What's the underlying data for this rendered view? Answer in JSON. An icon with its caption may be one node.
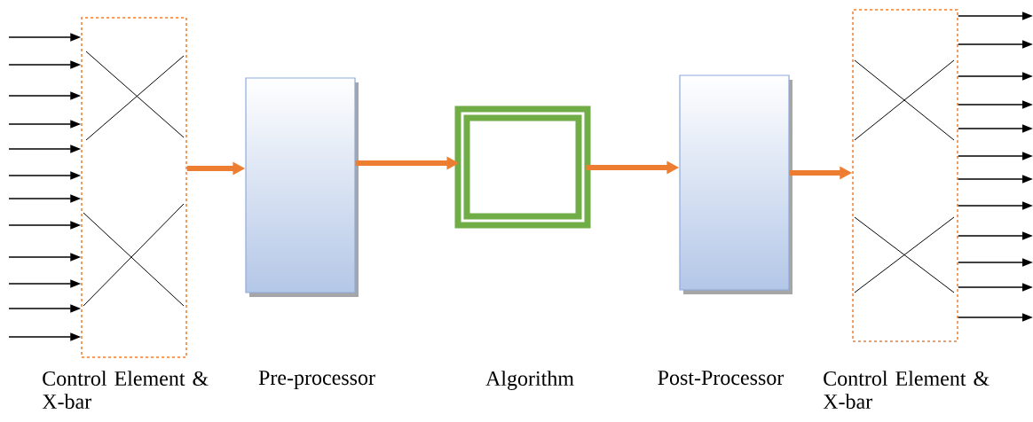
{
  "diagram": {
    "nodes": [
      {
        "text": [],
        "shape": "box"
      },
      {
        "text": [],
        "shape": "box"
      },
      {
        "text": [],
        "shape": "box"
      },
      {
        "text": [],
        "shape": "box"
      },
      {
        "text": [],
        "shape": "box"
      }
    ],
    "labels": [
      "Control Element & X-bar",
      "Pre-processor",
      "Algorithm",
      "Post-Processor",
      "Control Element & X-bar"
    ],
    "edges": [
      {
        "from": null,
        "to": 0,
        "arrow": "to"
      },
      {
        "from": null,
        "to": 0,
        "arrow": "to"
      },
      {
        "from": null,
        "to": 0,
        "arrow": "to"
      },
      {
        "from": null,
        "to": 0,
        "arrow": "to"
      },
      {
        "from": null,
        "to": 0,
        "arrow": "to"
      },
      {
        "from": null,
        "to": 0,
        "arrow": "to"
      },
      {
        "from": null,
        "to": 0,
        "arrow": "to"
      },
      {
        "from": null,
        "to": 0,
        "arrow": "to"
      },
      {
        "from": null,
        "to": 0,
        "arrow": "to"
      },
      {
        "from": null,
        "to": 0,
        "arrow": "to"
      },
      {
        "from": null,
        "to": 0,
        "arrow": "to"
      },
      {
        "from": null,
        "to": 0,
        "arrow": "to"
      },
      {
        "from": 0,
        "to": 1,
        "arrow": "to",
        "style": "thick",
        "color": "#ed7d31"
      },
      {
        "from": 1,
        "to": 2,
        "arrow": "to",
        "style": "thick",
        "color": "#ed7d31"
      },
      {
        "from": 2,
        "to": 3,
        "arrow": "to",
        "style": "thick",
        "color": "#ed7d31"
      },
      {
        "from": 3,
        "to": 4,
        "arrow": "to",
        "style": "thick",
        "color": "#ed7d31"
      },
      {
        "from": 4,
        "to": null,
        "arrow": "to"
      },
      {
        "from": 4,
        "to": null,
        "arrow": "to"
      },
      {
        "from": 4,
        "to": null,
        "arrow": "to"
      },
      {
        "from": 4,
        "to": null,
        "arrow": "to"
      },
      {
        "from": 4,
        "to": null,
        "arrow": "to"
      },
      {
        "from": 4,
        "to": null,
        "arrow": "to"
      },
      {
        "from": 4,
        "to": null,
        "arrow": "to"
      },
      {
        "from": 4,
        "to": null,
        "arrow": "to"
      },
      {
        "from": 4,
        "to": null,
        "arrow": "to"
      },
      {
        "from": 4,
        "to": null,
        "arrow": "to"
      },
      {
        "from": 4,
        "to": null,
        "arrow": "to"
      },
      {
        "from": 4,
        "to": null,
        "arrow": "to"
      }
    ]
  }
}
